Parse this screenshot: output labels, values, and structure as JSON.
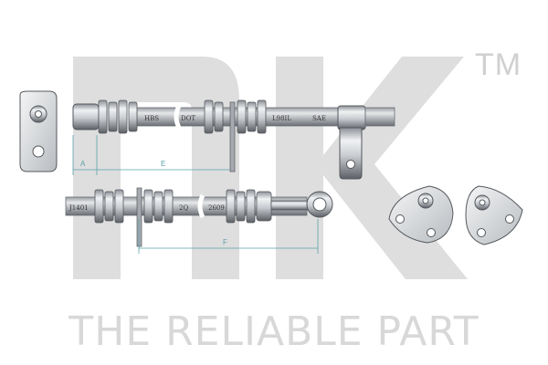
{
  "logo": {
    "trademark": "TM",
    "slogan": "THE RELIABLE PART"
  },
  "hose_upper": {
    "markings": [
      "HBS",
      "DOT",
      "L98IL",
      "SAE"
    ],
    "dimension_labels": [
      "A",
      "E"
    ]
  },
  "hose_lower": {
    "markings": [
      "J1401",
      "2Q",
      "2609"
    ],
    "dimension_labels": [
      "F"
    ]
  },
  "colors": {
    "metal_light": "#e4e6e8",
    "metal_dark": "#5c6066",
    "dimension_line": "#5aa0a8",
    "logo_gray": "#d8d8d8"
  }
}
